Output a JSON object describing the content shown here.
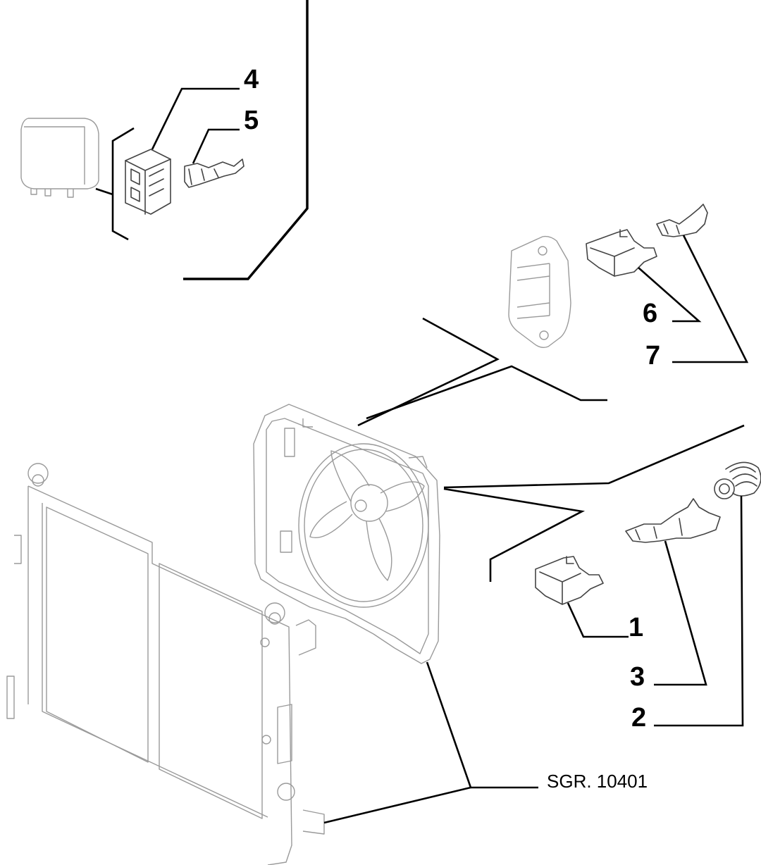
{
  "callouts": {
    "c1": "1",
    "c2": "2",
    "c3": "3",
    "c4": "4",
    "c5": "5",
    "c6": "6",
    "c7": "7"
  },
  "reference": "SGR. 10401",
  "colors": {
    "ink": "#000000",
    "part_line": "#444444",
    "part_light": "#9a9a9a"
  }
}
